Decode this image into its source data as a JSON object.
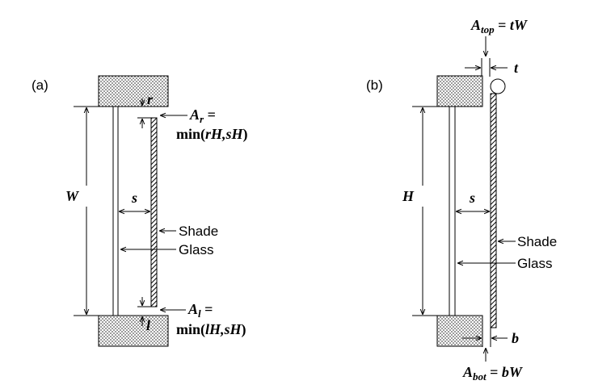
{
  "panel_a": {
    "label": "(a)",
    "dim_W": "W",
    "dim_s": "s",
    "dim_r": "r",
    "dim_l": "l",
    "Ar_A": "A",
    "Ar_sub": "r",
    "Ar_eq": " =",
    "Ar_min_pre": "min(",
    "Ar_min_args": "rH,sH",
    "Ar_min_post": ")",
    "Al_A": "A",
    "Al_sub": "l",
    "Al_eq": " =",
    "Al_min_pre": "min(",
    "Al_min_args": "lH,sH",
    "Al_min_post": ")",
    "shade_label": "Shade",
    "glass_label": "Glass"
  },
  "panel_b": {
    "label": "(b)",
    "dim_H": "H",
    "dim_s": "s",
    "dim_t": "t",
    "dim_b": "b",
    "Atop_A": "A",
    "Atop_sub": "top",
    "Atop_eq": " = ",
    "Atop_rhs": "tW",
    "Abot_A": "A",
    "Abot_sub": "bot",
    "Abot_eq": " = ",
    "Abot_rhs": "bW",
    "shade_label": "Shade",
    "glass_label": "Glass"
  },
  "colors": {
    "frame_fill": "#b8b8b8",
    "line": "#000000"
  }
}
